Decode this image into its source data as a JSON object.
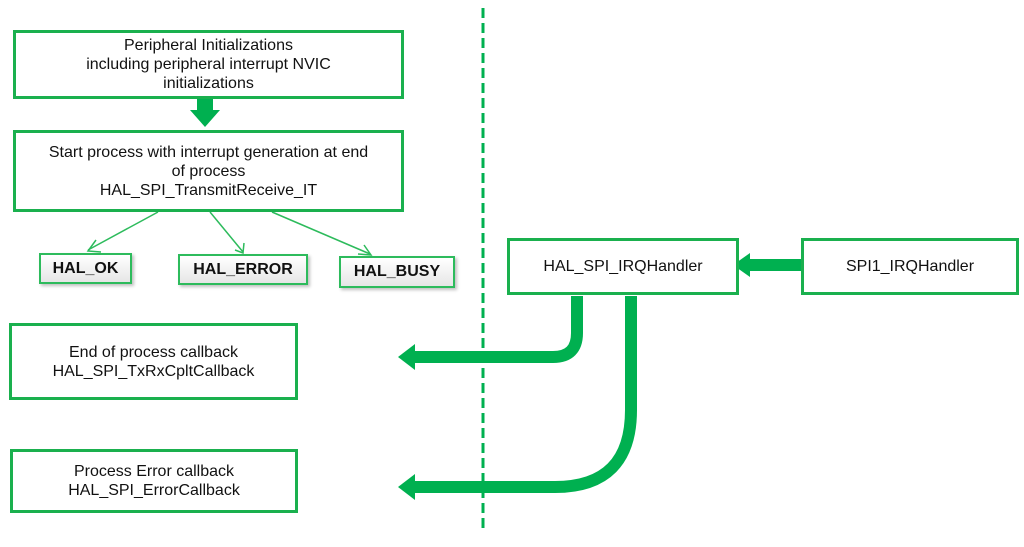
{
  "colors": {
    "accent": "#00b050",
    "box_border": "#1ab04e"
  },
  "boxes": {
    "init": {
      "lines": [
        "Peripheral Initializations",
        "including peripheral interrupt NVIC",
        "initializations"
      ]
    },
    "start": {
      "lines": [
        "Start process with interrupt generation at end",
        "of process",
        "HAL_SPI_TransmitReceive_IT"
      ]
    },
    "hal_irq": {
      "label": "HAL_SPI_IRQHandler"
    },
    "spi1_irq": {
      "label": "SPI1_IRQHandler"
    },
    "end_cb": {
      "lines": [
        "End of process callback",
        "HAL_SPI_TxRxCpltCallback"
      ]
    },
    "err_cb": {
      "lines": [
        "Process Error callback",
        "HAL_SPI_ErrorCallback"
      ]
    }
  },
  "status_results": [
    {
      "label": "HAL_OK"
    },
    {
      "label": "HAL_ERROR"
    },
    {
      "label": "HAL_BUSY"
    }
  ]
}
